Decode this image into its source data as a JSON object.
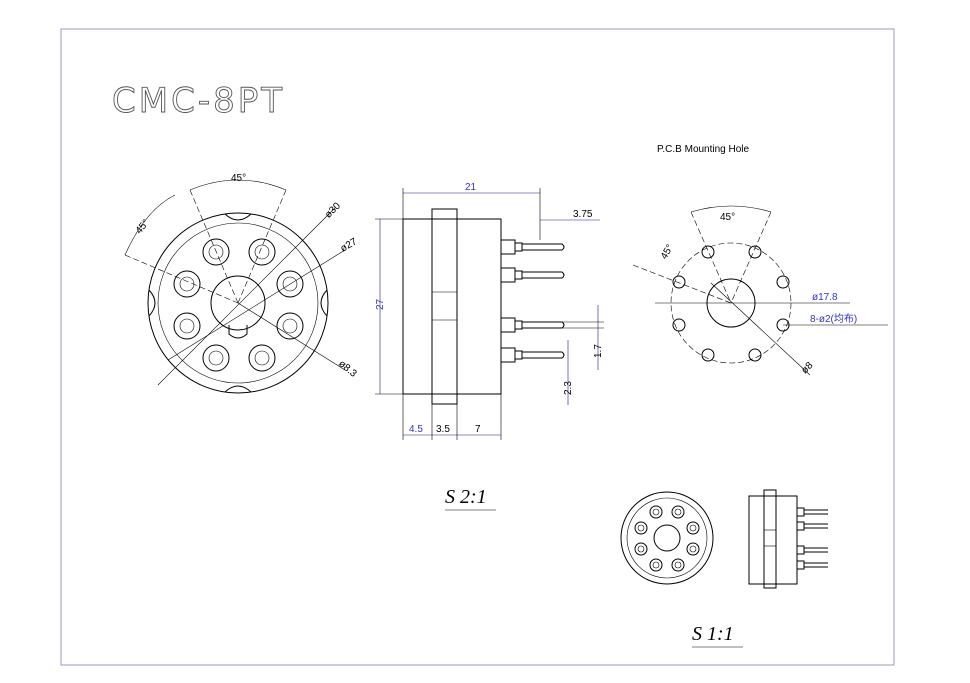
{
  "title": "CMC-8PT",
  "pcb_label": "P.C.B Mounting Hole",
  "front_view": {
    "angle_top": "45°",
    "angle_left": "45°",
    "dia_30": "ø30",
    "dia_27": "ø27",
    "dia_83": "ø8.3"
  },
  "side_view": {
    "width_21": "21",
    "height_27": "27",
    "pin_375": "3.75",
    "dim_17": "1.7",
    "dim_23": "2.3",
    "dim_45": "4.5",
    "dim_35": "3.5",
    "dim_7": "7"
  },
  "pcb_view": {
    "angle_top": "45°",
    "angle_left": "45°",
    "dia_178": "ø17.8",
    "holes": "8-ø2(均布)",
    "dia_8": "ø8"
  },
  "scale_2_1": "S 2:1",
  "scale_1_1": "S 1:1",
  "colors": {
    "line": "#000000",
    "dimension": "#3333cc",
    "frame": "#9999cc"
  }
}
